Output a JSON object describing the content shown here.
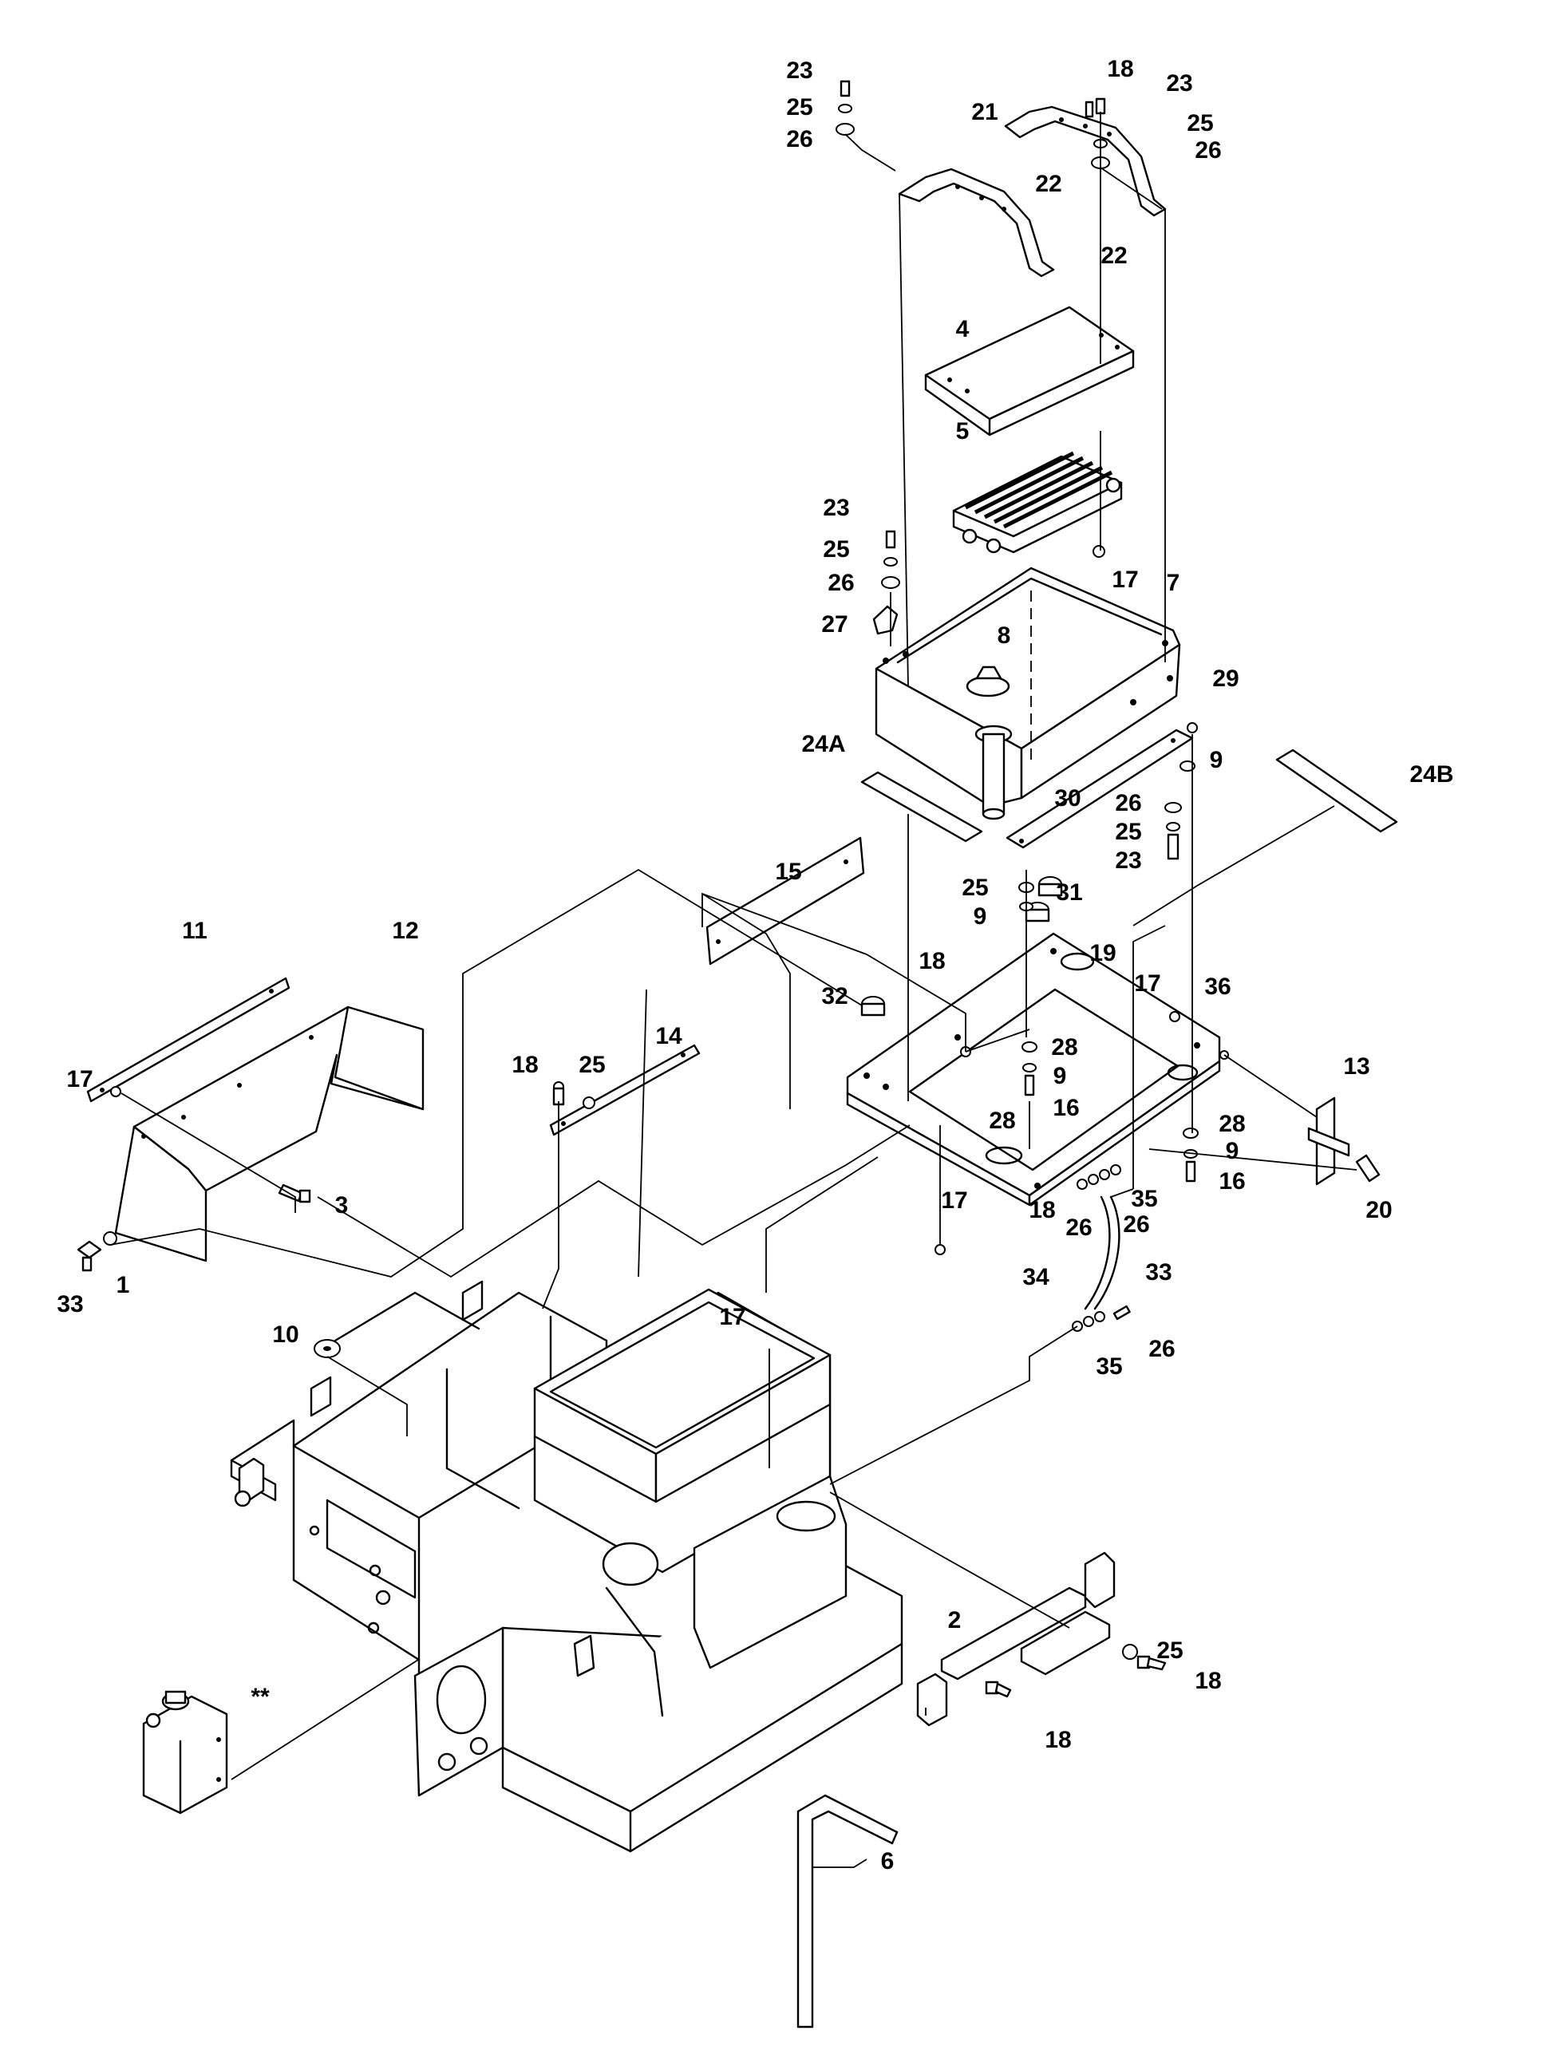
{
  "callouts": [
    {
      "id": "c1",
      "label": "23"
    },
    {
      "id": "c2",
      "label": "25"
    },
    {
      "id": "c3",
      "label": "26"
    },
    {
      "id": "c4",
      "label": "21"
    },
    {
      "id": "c5",
      "label": "18"
    },
    {
      "id": "c6",
      "label": "23"
    },
    {
      "id": "c7",
      "label": "25"
    },
    {
      "id": "c8",
      "label": "26"
    },
    {
      "id": "c9",
      "label": "22"
    },
    {
      "id": "c10",
      "label": "22"
    },
    {
      "id": "c11",
      "label": "4"
    },
    {
      "id": "c12",
      "label": "5"
    },
    {
      "id": "c13",
      "label": "23"
    },
    {
      "id": "c14",
      "label": "25"
    },
    {
      "id": "c15",
      "label": "26"
    },
    {
      "id": "c16",
      "label": "17"
    },
    {
      "id": "c17",
      "label": "27"
    },
    {
      "id": "c18",
      "label": "7"
    },
    {
      "id": "c19",
      "label": "8"
    },
    {
      "id": "c20",
      "label": "29"
    },
    {
      "id": "c21",
      "label": "24A"
    },
    {
      "id": "c22",
      "label": "9"
    },
    {
      "id": "c23",
      "label": "24B"
    },
    {
      "id": "c24",
      "label": "26"
    },
    {
      "id": "c25",
      "label": "25"
    },
    {
      "id": "c26",
      "label": "30"
    },
    {
      "id": "c27",
      "label": "23"
    },
    {
      "id": "c28",
      "label": "15"
    },
    {
      "id": "c29",
      "label": "25"
    },
    {
      "id": "c30",
      "label": "9"
    },
    {
      "id": "c31",
      "label": "31"
    },
    {
      "id": "c32",
      "label": "11"
    },
    {
      "id": "c33",
      "label": "12"
    },
    {
      "id": "c34",
      "label": "18"
    },
    {
      "id": "c35",
      "label": "19"
    },
    {
      "id": "c36",
      "label": "17"
    },
    {
      "id": "c37",
      "label": "36"
    },
    {
      "id": "c38",
      "label": "17"
    },
    {
      "id": "c39",
      "label": "32"
    },
    {
      "id": "c40",
      "label": "18"
    },
    {
      "id": "c41",
      "label": "25"
    },
    {
      "id": "c42",
      "label": "14"
    },
    {
      "id": "c43",
      "label": "28"
    },
    {
      "id": "c44",
      "label": "9"
    },
    {
      "id": "c45",
      "label": "13"
    },
    {
      "id": "c46",
      "label": "16"
    },
    {
      "id": "c47",
      "label": "28"
    },
    {
      "id": "c48",
      "label": "28"
    },
    {
      "id": "c49",
      "label": "9"
    },
    {
      "id": "c50",
      "label": "16"
    },
    {
      "id": "c51",
      "label": "3"
    },
    {
      "id": "c52",
      "label": "18"
    },
    {
      "id": "c53",
      "label": "35"
    },
    {
      "id": "c54",
      "label": "26"
    },
    {
      "id": "c55",
      "label": "26"
    },
    {
      "id": "c56",
      "label": "20"
    },
    {
      "id": "c57",
      "label": "17"
    },
    {
      "id": "c58",
      "label": "33"
    },
    {
      "id": "c59",
      "label": "1"
    },
    {
      "id": "c60",
      "label": "34"
    },
    {
      "id": "c61",
      "label": "33"
    },
    {
      "id": "c62",
      "label": "10"
    },
    {
      "id": "c63",
      "label": "17"
    },
    {
      "id": "c64",
      "label": "26"
    },
    {
      "id": "c65",
      "label": "35"
    },
    {
      "id": "c66",
      "label": "2"
    },
    {
      "id": "c67",
      "label": "25"
    },
    {
      "id": "c68",
      "label": "18"
    },
    {
      "id": "c69",
      "label": "**"
    },
    {
      "id": "c70",
      "label": "18"
    },
    {
      "id": "c71",
      "label": "6"
    }
  ]
}
